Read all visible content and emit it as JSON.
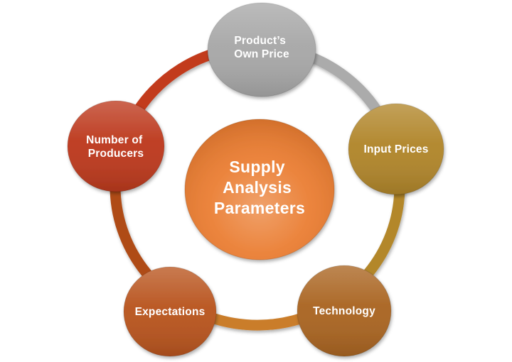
{
  "diagram": {
    "title": "Supply Analysis Parameters",
    "center_node": {
      "label": "Supply Analysis Parameters",
      "lines": [
        "Supply",
        "Analysis",
        "Parameters"
      ],
      "color": "#ea7c30"
    },
    "nodes": [
      {
        "id": "products-own-price",
        "label": "Product’s Own Price",
        "lines": [
          "Product’s",
          "Own Price"
        ],
        "color": "#a8a8a8",
        "position": "top"
      },
      {
        "id": "input-prices",
        "label": "Input Prices",
        "lines": [
          "Input Prices"
        ],
        "color": "#b1862b",
        "position": "right"
      },
      {
        "id": "technology",
        "label": "Technology",
        "lines": [
          "Technology"
        ],
        "color": "#aa6522",
        "position": "bottom-right"
      },
      {
        "id": "expectations",
        "label": "Expectations",
        "lines": [
          "Expectations"
        ],
        "color": "#b9551f",
        "position": "bottom-left"
      },
      {
        "id": "number-of-producers",
        "label": "Number of Producers",
        "lines": [
          "Number of",
          "Producers"
        ],
        "color": "#bd3a1e",
        "position": "left"
      }
    ],
    "ring_segments": [
      {
        "from": "number-of-producers",
        "to": "products-own-price",
        "color": "#c23a1b"
      },
      {
        "from": "products-own-price",
        "to": "input-prices",
        "color": "#ababab"
      },
      {
        "from": "input-prices",
        "to": "technology",
        "color": "#b3872c"
      },
      {
        "from": "technology",
        "to": "expectations",
        "color": "#ca7d2a"
      },
      {
        "from": "expectations",
        "to": "number-of-producers",
        "color": "#af4c17"
      }
    ]
  }
}
